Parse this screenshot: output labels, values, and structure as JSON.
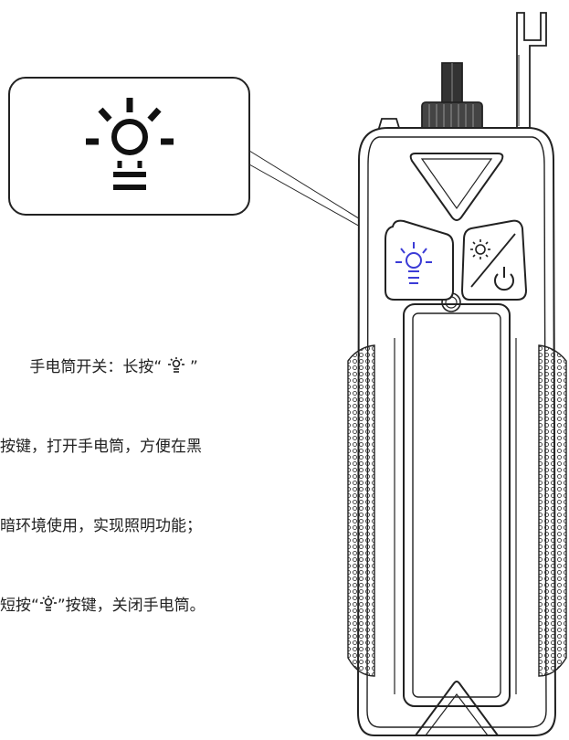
{
  "description": {
    "l1_a": "      手电筒开关：长按“ ",
    "l1_b": " ”",
    "l2": "按键，打开手电筒，方便在黑",
    "l3": "暗环境使用，实现照明功能；",
    "l4_a": "短按“",
    "l4_b": "”按键，关闭手电筒。"
  },
  "icons": {
    "callout": "flashlight-bulb-icon",
    "device_left_button": "flashlight-bulb-icon",
    "device_right_button": "brightness-power-icon",
    "inline": "flashlight-bulb-icon"
  },
  "colors": {
    "line": "#222222",
    "highlight": "#3b3bd6",
    "background": "#ffffff"
  }
}
